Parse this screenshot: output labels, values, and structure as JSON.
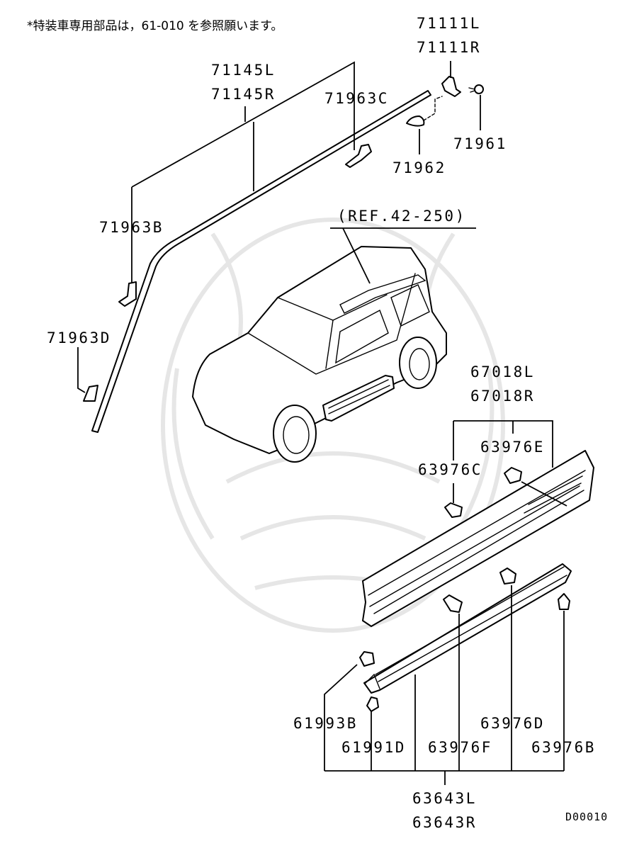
{
  "note": "*特装車専用部品は，61-010 を参照願います。",
  "ref_label": "(REF.42-250)",
  "diagram_code": "D00010",
  "part_labels": {
    "p71111L": "71111L",
    "p71111R": "71111R",
    "p71145L": "71145L",
    "p71145R": "71145R",
    "p71963C": "71963C",
    "p71961": "71961",
    "p71962": "71962",
    "p71963B": "71963B",
    "p71963D": "71963D",
    "p67018L": "67018L",
    "p67018R": "67018R",
    "p63976E": "63976E",
    "p63976C": "63976C",
    "p63976D": "63976D",
    "p61993B": "61993B",
    "p61991D": "61991D",
    "p63976F": "63976F",
    "p63976B": "63976B",
    "p63643L": "63643L",
    "p63643R": "63643R"
  },
  "colors": {
    "line": "#000000",
    "background": "#ffffff",
    "watermark": "#e6e6e6"
  }
}
